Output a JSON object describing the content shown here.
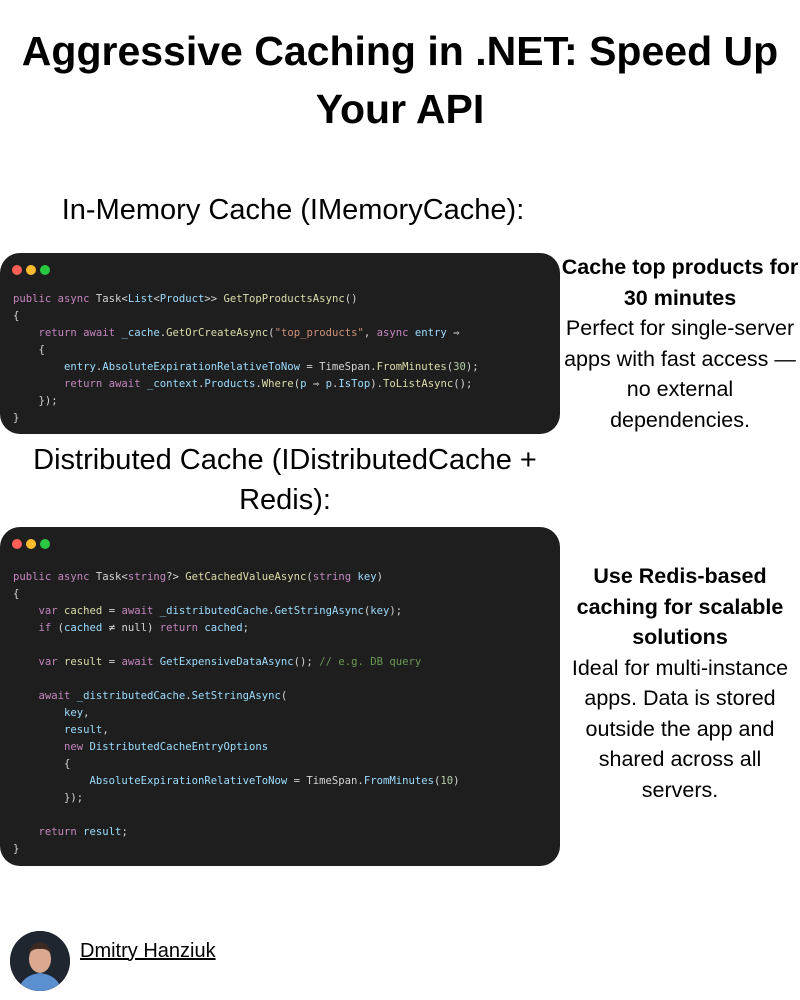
{
  "title": "Aggressive Caching in .NET: Speed Up Your API",
  "sections": [
    {
      "heading": "In-Memory Cache (IMemoryCache):",
      "side_title": "Cache top products for 30 minutes",
      "side_text": "Perfect for single-server apps with fast access — no external dependencies.",
      "code": [
        [
          [
            "kw",
            "public async "
          ],
          [
            "ty",
            "Task<"
          ],
          [
            "cl",
            "List"
          ],
          [
            "ty",
            "<"
          ],
          [
            "cl",
            "Product"
          ],
          [
            "ty",
            ">> "
          ],
          [
            "fn",
            "GetTopProductsAsync"
          ],
          [
            "pl",
            "()"
          ]
        ],
        [
          [
            "pl",
            "{"
          ]
        ],
        [
          [
            "pl",
            "    "
          ],
          [
            "kw",
            "return await "
          ],
          [
            "va",
            "_cache"
          ],
          [
            "pl",
            "."
          ],
          [
            "fn",
            "GetOrCreateAsync"
          ],
          [
            "pl",
            "("
          ],
          [
            "st",
            "\"top_products\""
          ],
          [
            "pl",
            ", "
          ],
          [
            "kw",
            "async "
          ],
          [
            "va",
            "entry"
          ],
          [
            "pl",
            " ⇒"
          ]
        ],
        [
          [
            "pl",
            "    {"
          ]
        ],
        [
          [
            "pl",
            "        "
          ],
          [
            "va",
            "entry"
          ],
          [
            "pl",
            "."
          ],
          [
            "va",
            "AbsoluteExpirationRelativeToNow"
          ],
          [
            "pl",
            " = TimeSpan."
          ],
          [
            "fn",
            "FromMinutes"
          ],
          [
            "pl",
            "("
          ],
          [
            "nu",
            "30"
          ],
          [
            "pl",
            ");"
          ]
        ],
        [
          [
            "pl",
            "        "
          ],
          [
            "kw",
            "return await "
          ],
          [
            "va",
            "_context"
          ],
          [
            "pl",
            "."
          ],
          [
            "va",
            "Products"
          ],
          [
            "pl",
            "."
          ],
          [
            "fn",
            "Where"
          ],
          [
            "pl",
            "("
          ],
          [
            "va",
            "p"
          ],
          [
            "pl",
            " ⇒ "
          ],
          [
            "va",
            "p"
          ],
          [
            "pl",
            "."
          ],
          [
            "va",
            "IsTop"
          ],
          [
            "pl",
            ")."
          ],
          [
            "fn",
            "ToListAsync"
          ],
          [
            "pl",
            "();"
          ]
        ],
        [
          [
            "pl",
            "    });"
          ]
        ],
        [
          [
            "pl",
            "}"
          ]
        ]
      ]
    },
    {
      "heading": "Distributed Cache (IDistributedCache + Redis):",
      "side_title": "Use Redis-based caching for scalable solutions",
      "side_text": "Ideal for multi-instance apps. Data is stored outside the app and shared across all servers.",
      "code": [
        [
          [
            "kw",
            "public async "
          ],
          [
            "ty",
            "Task<"
          ],
          [
            "kw",
            "string"
          ],
          [
            "ty",
            "?> "
          ],
          [
            "fn",
            "GetCachedValueAsync"
          ],
          [
            "pl",
            "("
          ],
          [
            "kw",
            "string "
          ],
          [
            "va",
            "key"
          ],
          [
            "pl",
            ")"
          ]
        ],
        [
          [
            "pl",
            "{"
          ]
        ],
        [
          [
            "pl",
            "    "
          ],
          [
            "kw",
            "var "
          ],
          [
            "fn",
            "cached"
          ],
          [
            "pl",
            " = "
          ],
          [
            "kw",
            "await "
          ],
          [
            "va",
            "_distributedCache"
          ],
          [
            "pl",
            "."
          ],
          [
            "va",
            "GetStringAsync"
          ],
          [
            "pl",
            "("
          ],
          [
            "va",
            "key"
          ],
          [
            "pl",
            ");"
          ]
        ],
        [
          [
            "pl",
            "    "
          ],
          [
            "kw",
            "if "
          ],
          [
            "pl",
            "("
          ],
          [
            "va",
            "cached"
          ],
          [
            "pl",
            " ≠ null) "
          ],
          [
            "kw",
            "return "
          ],
          [
            "va",
            "cached"
          ],
          [
            "pl",
            ";"
          ]
        ],
        [],
        [
          [
            "pl",
            "    "
          ],
          [
            "kw",
            "var "
          ],
          [
            "fn",
            "result"
          ],
          [
            "pl",
            " = "
          ],
          [
            "kw",
            "await "
          ],
          [
            "va",
            "GetExpensiveDataAsync"
          ],
          [
            "pl",
            "(); "
          ],
          [
            "cm",
            "// e.g. DB query"
          ]
        ],
        [],
        [
          [
            "pl",
            "    "
          ],
          [
            "kw",
            "await "
          ],
          [
            "va",
            "_distributedCache"
          ],
          [
            "pl",
            "."
          ],
          [
            "va",
            "SetStringAsync"
          ],
          [
            "pl",
            "("
          ]
        ],
        [
          [
            "pl",
            "        "
          ],
          [
            "va",
            "key"
          ],
          [
            "pl",
            ","
          ]
        ],
        [
          [
            "pl",
            "        "
          ],
          [
            "va",
            "result"
          ],
          [
            "pl",
            ","
          ]
        ],
        [
          [
            "pl",
            "        "
          ],
          [
            "kw",
            "new "
          ],
          [
            "va",
            "DistributedCacheEntryOptions"
          ]
        ],
        [
          [
            "pl",
            "        {"
          ]
        ],
        [
          [
            "pl",
            "            "
          ],
          [
            "va",
            "AbsoluteExpirationRelativeToNow"
          ],
          [
            "pl",
            " = TimeSpan."
          ],
          [
            "va",
            "FromMinutes"
          ],
          [
            "pl",
            "("
          ],
          [
            "nu",
            "10"
          ],
          [
            "pl",
            ")"
          ]
        ],
        [
          [
            "pl",
            "        });"
          ]
        ],
        [],
        [
          [
            "pl",
            "    "
          ],
          [
            "kw",
            "return "
          ],
          [
            "va",
            "result"
          ],
          [
            "pl",
            ";"
          ]
        ],
        [
          [
            "pl",
            "}"
          ]
        ]
      ]
    }
  ],
  "window_dots": [
    "#ff5f57",
    "#febc2e",
    "#28c840"
  ],
  "author": {
    "name": "Dmitry Hanziuk"
  }
}
